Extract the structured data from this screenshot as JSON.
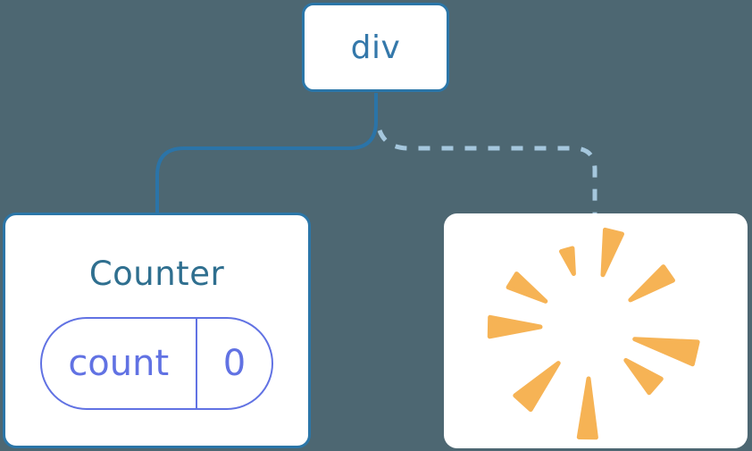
{
  "diagram": {
    "background_color": "#4D6772",
    "root_node": {
      "label": "div",
      "border_color": "#2B76A8",
      "label_color": "#3478AA"
    },
    "connectors": {
      "kept_edge": {
        "style": "solid",
        "color": "#2B74A8"
      },
      "removed_edge": {
        "style": "dashed",
        "color": "#A5C7DD"
      }
    },
    "counter_node": {
      "title": "Counter",
      "title_color": "#2F6F8F",
      "border_color": "#2B76A8",
      "state_pill": {
        "key": "count",
        "value": "0",
        "color": "#6172E3"
      }
    },
    "removed_node": {
      "icon": "starburst-poof-icon",
      "icon_color": "#F6B355"
    }
  }
}
